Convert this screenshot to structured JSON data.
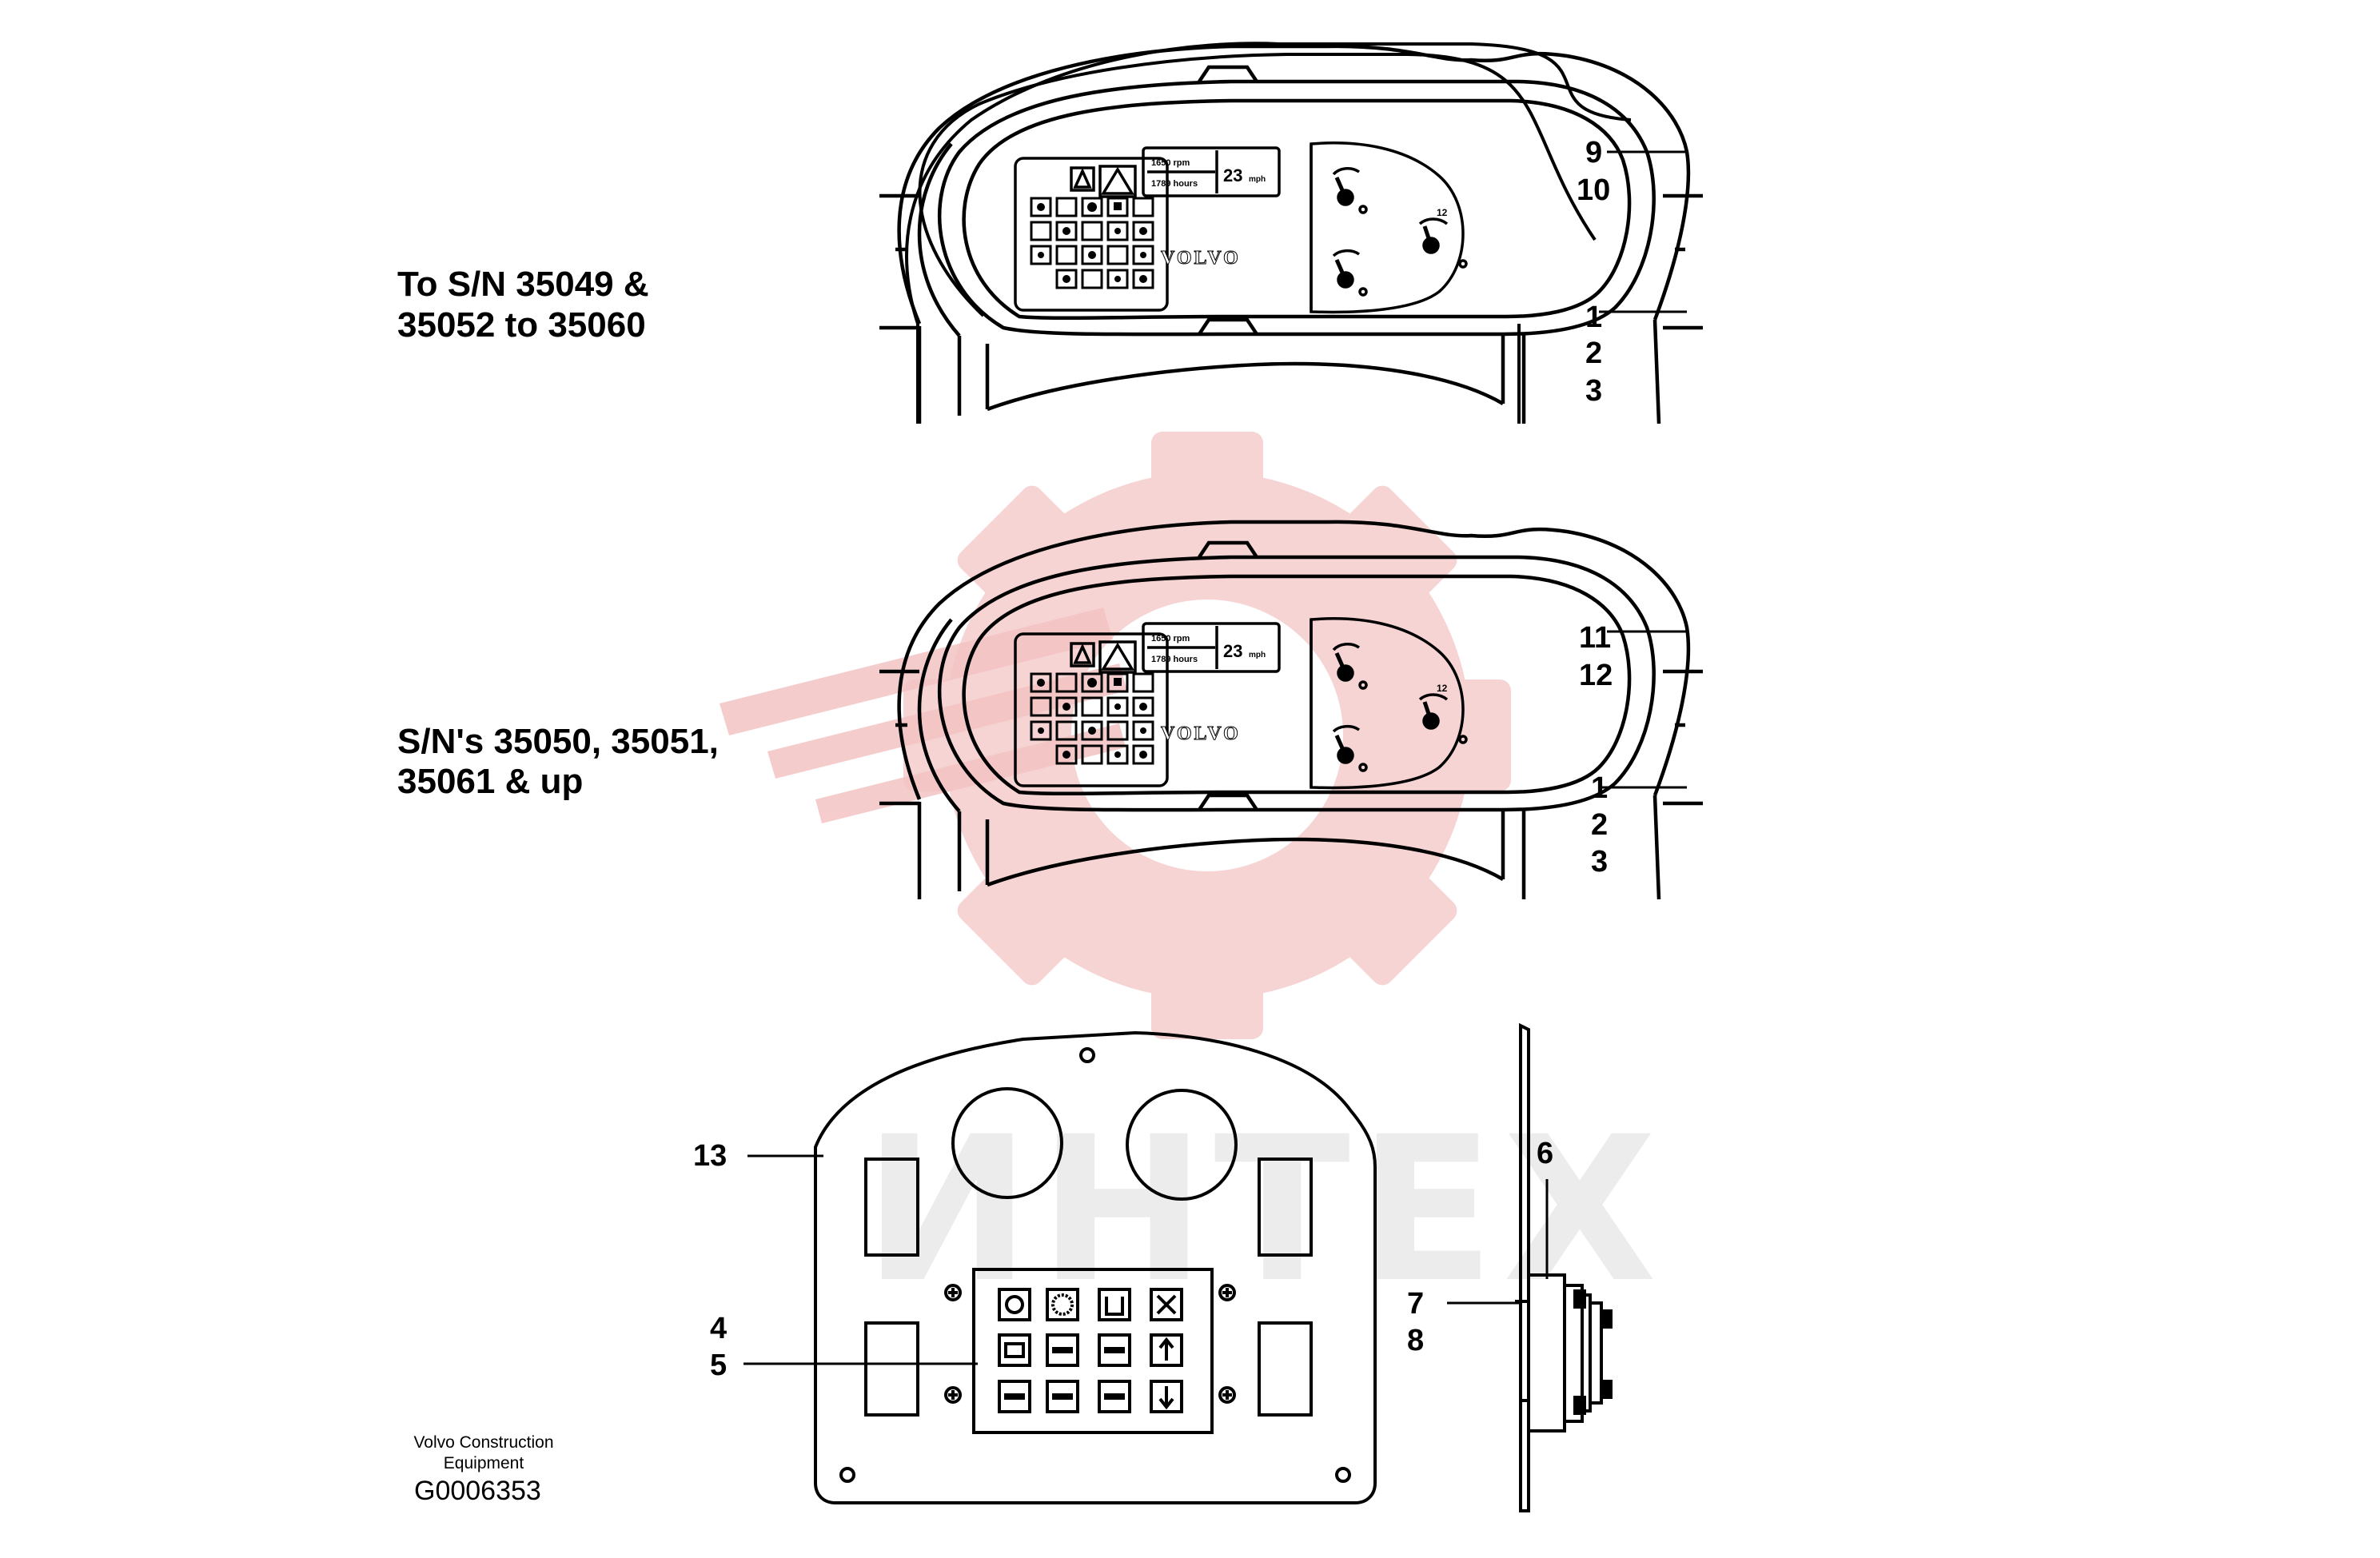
{
  "captions": {
    "upper": [
      "To S/N 35049 &",
      "35052 to 35060"
    ],
    "lower": [
      "S/N's 35050, 35051,",
      "35061 & up"
    ]
  },
  "callouts": {
    "upper": [
      "9",
      "10",
      "1",
      "2",
      "3"
    ],
    "lower": [
      "11",
      "12",
      "1",
      "2",
      "3"
    ],
    "panel": [
      "13",
      "4",
      "5"
    ],
    "side": [
      "6",
      "7",
      "8"
    ]
  },
  "cluster": {
    "brand": "VOLVO",
    "upper": {
      "rpm": "1650 rpm",
      "hours": "1789 hours",
      "speed": "23",
      "speed_unit": "mph"
    },
    "lower": {
      "rpm": "1650 rpm",
      "hours": "1789 hours",
      "speed": "23",
      "speed_unit": "mph"
    },
    "gauge_mark": "12"
  },
  "footer": {
    "company_line1": "Volvo Construction",
    "company_line2": "Equipment",
    "figure_code": "G0006353"
  },
  "watermark": {
    "text": "ИНТЕХ",
    "color": "#f2c4c4"
  },
  "colors": {
    "ink": "#000000",
    "watermark_red": "#f4c9c9"
  }
}
